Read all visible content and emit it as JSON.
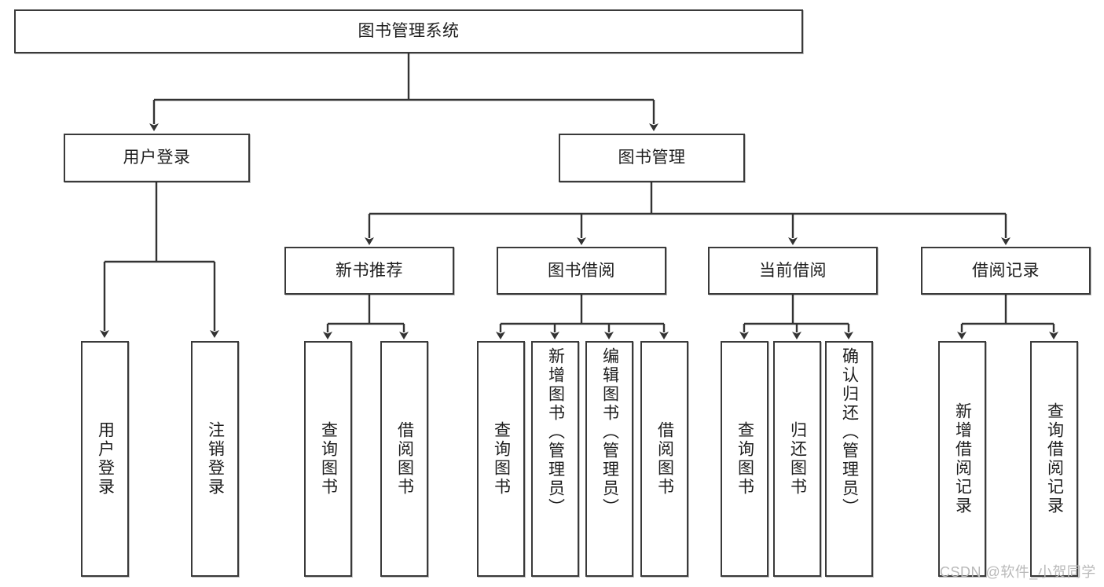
{
  "diagram": {
    "type": "tree",
    "title": "图书管理系统",
    "root": {
      "label": "图书管理系统"
    },
    "level2": [
      {
        "label": "用户登录"
      },
      {
        "label": "图书管理"
      }
    ],
    "level3": [
      {
        "label": "新书推荐"
      },
      {
        "label": "图书借阅"
      },
      {
        "label": "当前借阅"
      },
      {
        "label": "借阅记录"
      }
    ],
    "leaves": {
      "user_login": [
        {
          "label": "用户登录"
        },
        {
          "label": "注销登录"
        }
      ],
      "new_book_recommend": [
        {
          "label": "查询图书"
        },
        {
          "label": "借阅图书"
        }
      ],
      "book_borrow": [
        {
          "label": "查询图书"
        },
        {
          "label": "新增图书（管理员）"
        },
        {
          "label": "编辑图书（管理员）"
        },
        {
          "label": "借阅图书"
        }
      ],
      "current_borrow": [
        {
          "label": "查询图书"
        },
        {
          "label": "归还图书"
        },
        {
          "label": "确认归还（管理员）"
        }
      ],
      "borrow_record": [
        {
          "label": "新增借阅记录"
        },
        {
          "label": "查询借阅记录"
        }
      ]
    }
  },
  "watermark": {
    "text": "CSDN @软件_小贺同学"
  },
  "colors": {
    "border": "#3a3a3a",
    "text": "#1d1d1d",
    "background": "#ffffff",
    "connector": "#333333",
    "watermark": "#b9b9b9"
  }
}
